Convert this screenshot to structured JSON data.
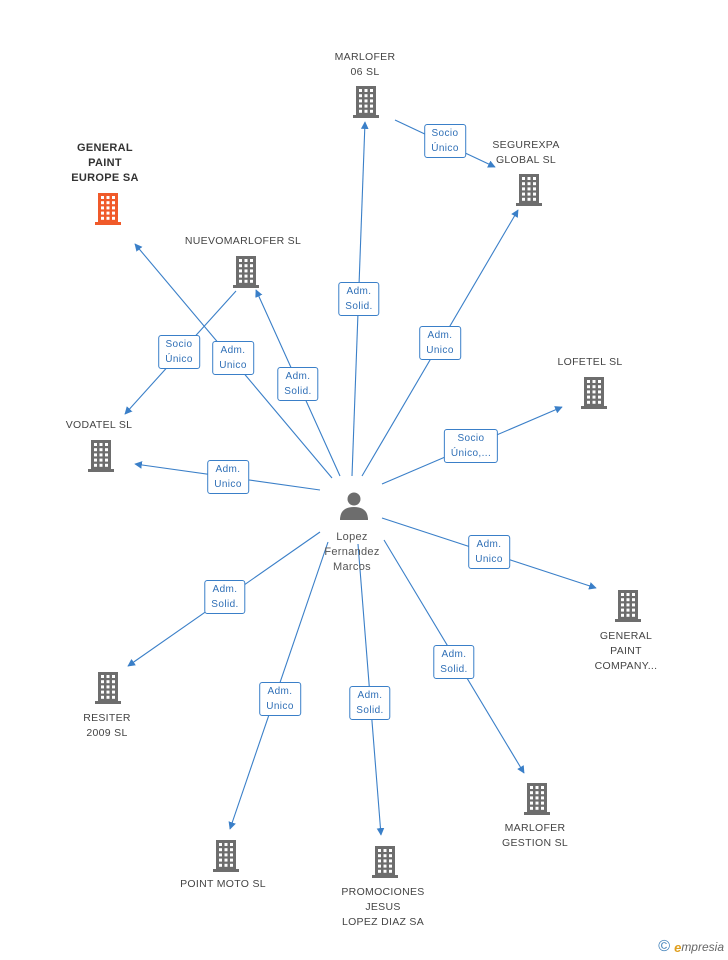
{
  "center": {
    "label": "Lopez\nFernandez\nMarcos"
  },
  "colors": {
    "edge": "#3a7fc8",
    "building": "#6d6d6d",
    "highlight": "#f05a2a"
  },
  "companies": [
    {
      "id": "marlofer06",
      "label": "MARLOFER\n06 SL"
    },
    {
      "id": "segurexpa",
      "label": "SEGUREXPA\nGLOBAL SL"
    },
    {
      "id": "generalpaint",
      "label": "GENERAL\nPAINT\nEUROPE SA",
      "highlight": true
    },
    {
      "id": "nuevomarlofer",
      "label": "NUEVOMARLOFER SL"
    },
    {
      "id": "lofetel",
      "label": "LOFETEL SL"
    },
    {
      "id": "vodatel",
      "label": "VODATEL SL"
    },
    {
      "id": "gpcompany",
      "label": "GENERAL\nPAINT\nCOMPANY..."
    },
    {
      "id": "resiter",
      "label": "RESITER\n2009 SL"
    },
    {
      "id": "marlofergest",
      "label": "MARLOFER\nGESTION SL"
    },
    {
      "id": "pointmoto",
      "label": "POINT MOTO SL"
    },
    {
      "id": "promociones",
      "label": "PROMOCIONES\nJESUS\nLOPEZ DIAZ SA"
    }
  ],
  "relations": [
    {
      "id": "r1",
      "label": "Adm.\nSolid."
    },
    {
      "id": "r2",
      "label": "Adm.\nUnico"
    },
    {
      "id": "r3",
      "label": "Adm.\nUnico"
    },
    {
      "id": "r4",
      "label": "Adm.\nSolid."
    },
    {
      "id": "r5",
      "label": "Socio\nÚnico,..."
    },
    {
      "id": "r6",
      "label": "Adm.\nUnico"
    },
    {
      "id": "r7",
      "label": "Adm.\nUnico"
    },
    {
      "id": "r8",
      "label": "Adm.\nSolid."
    },
    {
      "id": "r9",
      "label": "Adm.\nSolid."
    },
    {
      "id": "r10",
      "label": "Adm.\nUnico"
    },
    {
      "id": "r11",
      "label": "Adm.\nSolid."
    },
    {
      "id": "r12",
      "label": "Socio\nÚnico"
    },
    {
      "id": "r13",
      "label": "Socio\nÚnico"
    }
  ],
  "footer": {
    "copyright": "©",
    "brand_initial": "e",
    "brand_rest": "mpresia"
  }
}
